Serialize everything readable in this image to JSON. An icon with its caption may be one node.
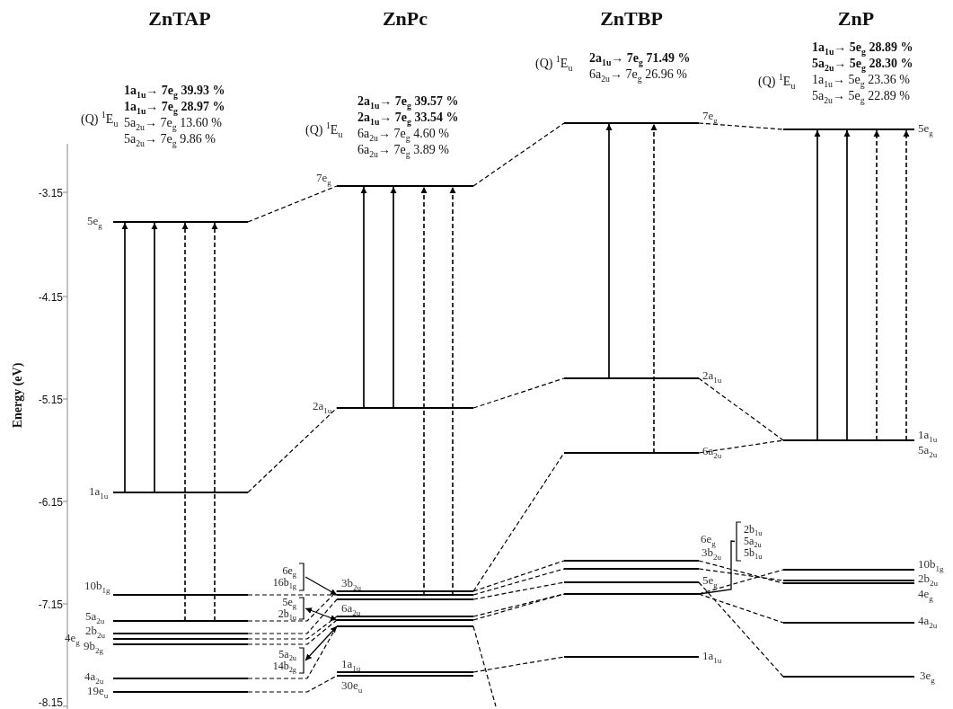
{
  "diagram": {
    "nodes": [
      {
        "text": [
          "5e$_{g}$"
        ]
      },
      {
        "text": [
          "1a$_{1u}$"
        ]
      },
      {
        "text": [
          "10b$_{1g}$"
        ]
      },
      {
        "text": [
          "5a$_{2u}$"
        ]
      },
      {
        "text": [
          "2b$_{2u}$"
        ]
      },
      {
        "text": [
          "4e$_{g}$"
        ]
      },
      {
        "text": [
          "9b$_{2g}$"
        ]
      },
      {
        "text": [
          "4a$_{2u}$"
        ]
      },
      {
        "text": [
          "19e$_{u}$"
        ]
      },
      {
        "text": [
          "6e$_{g}$",
          "16b$_{1g}$"
        ]
      },
      {
        "text": [
          "5e$_{g}$",
          "2b$_{1u}$"
        ]
      },
      {
        "text": [
          "5a$_{2u}$",
          "14b$_{2g}$"
        ]
      },
      {
        "text": [
          "7e$_{g}$"
        ]
      },
      {
        "text": [
          "2a$_{1u}$"
        ]
      },
      {
        "text": [
          "3b$_{2u}$"
        ]
      },
      {
        "text": [],
        "shape": "bar"
      },
      {
        "text": [],
        "shape": "bar"
      },
      {
        "text": [
          "6a$_{2u}$"
        ]
      },
      {
        "text": [],
        "shape": "bar"
      },
      {
        "text": [],
        "shape": "bar"
      },
      {
        "text": [
          "1a$_{1u}$"
        ]
      },
      {
        "text": [
          "30e$_{u}$"
        ]
      },
      {
        "text": [
          "7e$_{g}$"
        ]
      },
      {
        "text": [
          "2a$_{1u}$"
        ]
      },
      {
        "text": [
          "6a$_{2u}$"
        ]
      },
      {
        "text": [
          "6e$_{g}$"
        ]
      },
      {
        "text": [
          "3b$_{2u}$"
        ]
      },
      {
        "text": [
          "5e$_{g}$"
        ]
      },
      {
        "text": [],
        "shape": "bar"
      },
      {
        "text": [
          "2b$_{1u}$",
          "5a$_{2u}$",
          "5b$_{1u}$"
        ]
      },
      {
        "text": [
          "1a$_{1u}$"
        ]
      },
      {
        "text": [
          "5e$_{g}$"
        ]
      },
      {
        "text": [
          "1a$_{1u}$",
          "5a$_{2u}$"
        ]
      },
      {
        "text": [
          "10b$_{1g}$"
        ]
      },
      {
        "text": [
          "2b$_{2u}$"
        ]
      },
      {
        "text": [
          "4e$_{g}$"
        ]
      },
      {
        "text": [
          "4a$_{2u}$"
        ]
      },
      {
        "text": [
          "3e$_{g}$"
        ]
      }
    ],
    "edges": [
      {
        "from": 0,
        "to": 12,
        "arrow": "none",
        "style": "dashed"
      },
      {
        "from": 1,
        "to": 13,
        "arrow": "none",
        "style": "dashed"
      },
      {
        "from": 12,
        "to": 22,
        "arrow": "none",
        "style": "dashed"
      },
      {
        "from": 13,
        "to": 23,
        "arrow": "none",
        "style": "dashed"
      },
      {
        "from": 22,
        "to": 31,
        "arrow": "none",
        "style": "dashed"
      },
      {
        "from": 23,
        "to": 32,
        "arrow": "none",
        "style": "dashed"
      },
      {
        "from": 24,
        "to": 32,
        "arrow": "none",
        "style": "dashed"
      },
      {
        "from": 2,
        "to": 15,
        "arrow": "none",
        "style": "dashed"
      },
      {
        "from": 3,
        "to": 14,
        "arrow": "none",
        "style": "dashed"
      },
      {
        "from": 4,
        "to": 16,
        "arrow": "none",
        "style": "dashed"
      },
      {
        "from": 5,
        "to": 17,
        "arrow": "none",
        "style": "dashed"
      },
      {
        "from": 6,
        "to": 18,
        "arrow": "none",
        "style": "dashed"
      },
      {
        "from": 7,
        "to": 19,
        "arrow": "none",
        "style": "dashed"
      },
      {
        "from": 8,
        "to": 21,
        "arrow": "none",
        "style": "dashed"
      },
      {
        "from": 14,
        "to": 25,
        "arrow": "none",
        "style": "dashed"
      },
      {
        "from": 15,
        "to": 26,
        "arrow": "none",
        "style": "dashed"
      },
      {
        "from": 16,
        "to": 27,
        "arrow": "none",
        "style": "dashed"
      },
      {
        "from": 17,
        "to": 28,
        "arrow": "none",
        "style": "dashed"
      },
      {
        "from": 18,
        "to": 28,
        "arrow": "none",
        "style": "dashed"
      },
      {
        "from": 14,
        "to": 24,
        "arrow": "none",
        "style": "dashed"
      },
      {
        "from": 19,
        "to": null,
        "arrow": "none",
        "style": "dashed"
      },
      {
        "from": 20,
        "to": 30,
        "arrow": "none",
        "style": "dashed"
      },
      {
        "from": 25,
        "to": 35,
        "arrow": "none",
        "style": "dashed"
      },
      {
        "from": 26,
        "to": 34,
        "arrow": "none",
        "style": "dashed"
      },
      {
        "from": 27,
        "to": 37,
        "arrow": "none",
        "style": "dashed"
      },
      {
        "from": 28,
        "to": 33,
        "arrow": "none",
        "style": "dashed"
      },
      {
        "from": 28,
        "to": 36,
        "arrow": "none",
        "style": "dashed"
      },
      {
        "from": 9,
        "to": 15,
        "arrow": "to"
      },
      {
        "from": 10,
        "to": 18,
        "arrow": "both"
      },
      {
        "from": 11,
        "to": 19,
        "arrow": "both"
      },
      {
        "from": 29,
        "to": 28,
        "arrow": "none"
      },
      {
        "from": 1,
        "to": 0,
        "arrow": "to"
      },
      {
        "from": 1,
        "to": 0,
        "arrow": "to"
      },
      {
        "from": 3,
        "to": 0,
        "arrow": "to",
        "style": "dashed"
      },
      {
        "from": 3,
        "to": 0,
        "arrow": "to",
        "style": "dashed"
      },
      {
        "from": 13,
        "to": 12,
        "arrow": "to"
      },
      {
        "from": 13,
        "to": 12,
        "arrow": "to"
      },
      {
        "from": 15,
        "to": 12,
        "arrow": "to",
        "style": "dashed"
      },
      {
        "from": 15,
        "to": 12,
        "arrow": "to",
        "style": "dashed"
      },
      {
        "from": 23,
        "to": 22,
        "arrow": "to"
      },
      {
        "from": 24,
        "to": 22,
        "arrow": "to",
        "style": "dashed"
      },
      {
        "from": 32,
        "to": 31,
        "arrow": "to"
      },
      {
        "from": 32,
        "to": 31,
        "arrow": "to"
      },
      {
        "from": 32,
        "to": 31,
        "arrow": "to",
        "style": "dashed"
      },
      {
        "from": 32,
        "to": 31,
        "arrow": "to",
        "style": "dashed"
      }
    ],
    "labels": [
      "ZnTAP",
      "ZnPc",
      "ZnTBP",
      "ZnP",
      "(Q) $^{1}$E$_{u}$",
      "**1a$_{1u}$→ 7e$_{g}$ 39.93 %**",
      "**1a$_{1u}$→ 7e$_{g}$ 28.97 %**",
      "5a$_{2u}$→ 7e$_{g}$ 13.60 %",
      "5a$_{2u}$→ 7e$_{g}$ 9.86 %",
      "(Q) $^{1}$E$_{u}$",
      "**2a$_{1u}$→ 7e$_{g}$ 39.57 %**",
      "**2a$_{1u}$→ 7e$_{g}$ 33.54 %**",
      "6a$_{2u}$→ 7e$_{g}$ 4.60 %",
      "6a$_{2u}$→ 7e$_{g}$ 3.89 %",
      "(Q) $^{1}$E$_{u}$",
      "**2a$_{1u}$→ 7e$_{g}$ 71.49 %**",
      "6a$_{2u}$→ 7e$_{g}$ 26.96 %",
      "(Q) $^{1}$E$_{u}$",
      "**1a$_{1u}$→ 5e$_{g}$ 28.89 %**",
      "**5a$_{2u}$→ 5e$_{g}$ 28.30 %**",
      "1a$_{1u}$→ 5e$_{g}$ 23.36 %",
      "5a$_{2u}$→ 5e$_{g}$ 22.89 %",
      "Energy (eV)",
      "-3.15",
      "-4.15",
      "-5.15",
      "-6.15",
      "-7.15",
      "-8.15"
    ]
  }
}
